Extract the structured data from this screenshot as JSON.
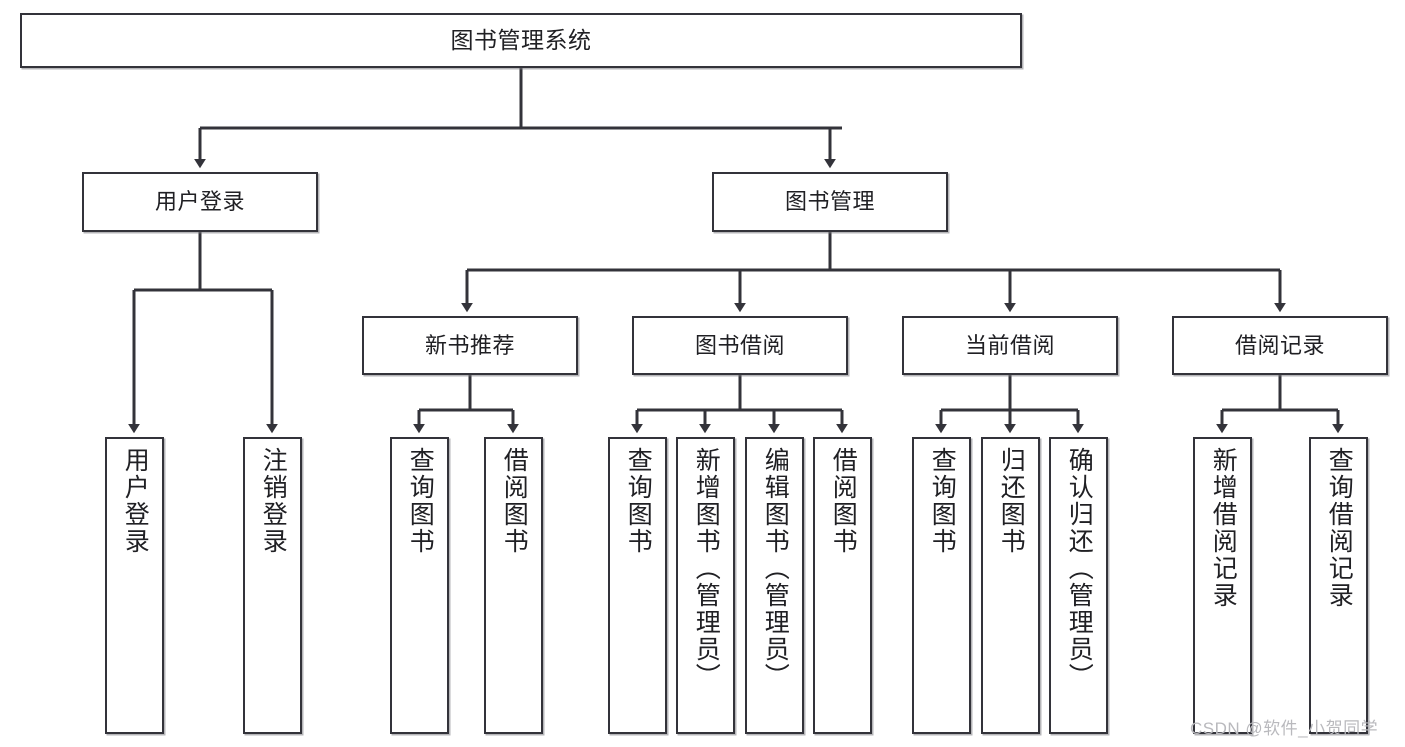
{
  "diagram": {
    "title": "图书管理系统",
    "type": "tree-hierarchy",
    "watermark": "CSDN @软件_小贺同学",
    "colors": {
      "node_border": "#33333a",
      "node_fill": "#ffffff",
      "edge": "#33333a",
      "text": "#202024",
      "watermark": "#b9b9bd"
    }
  },
  "nodes": {
    "root": {
      "label": "图书管理系统"
    },
    "level2": [
      {
        "label": "用户登录"
      },
      {
        "label": "图书管理"
      }
    ],
    "level3": [
      {
        "label": "新书推荐"
      },
      {
        "label": "图书借阅"
      },
      {
        "label": "当前借阅"
      },
      {
        "label": "借阅记录"
      }
    ],
    "leaves": {
      "user_login": [
        {
          "label": "用户登录"
        },
        {
          "label": "注销登录"
        }
      ],
      "new_book_recommend": [
        {
          "label": "查询图书"
        },
        {
          "label": "借阅图书"
        }
      ],
      "book_borrow": [
        {
          "label": "查询图书"
        },
        {
          "label": "新增图书（管理员）"
        },
        {
          "label": "编辑图书（管理员）"
        },
        {
          "label": "借阅图书"
        }
      ],
      "current_borrow": [
        {
          "label": "查询图书"
        },
        {
          "label": "归还图书"
        },
        {
          "label": "确认归还（管理员）"
        }
      ],
      "borrow_record": [
        {
          "label": "新增借阅记录"
        },
        {
          "label": "查询借阅记录"
        }
      ]
    }
  }
}
